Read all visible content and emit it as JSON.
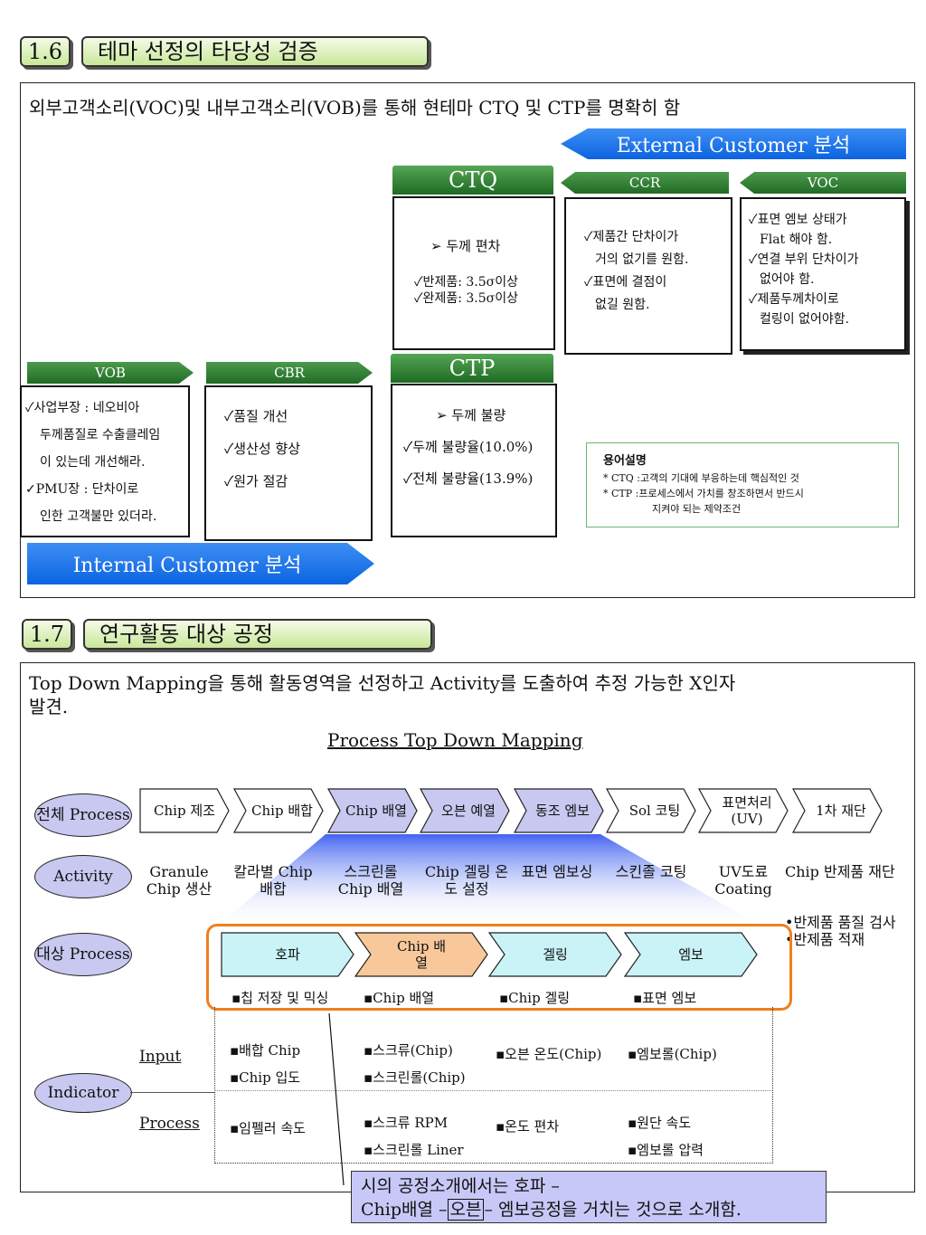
{
  "sec16": {
    "num": "1.6",
    "title": "테마 선정의 타당성 검증"
  },
  "intro16": "외부고객소리(VOC)및 내부고객소리(VOB)를 통해 현테마 CTQ 및 CTP를 명확히 함",
  "external_arrow": "External Customer 분석",
  "internal_arrow": "Internal Customer 분석",
  "ctq": {
    "head": "CTQ",
    "lines": [
      "➢ 두께 편차",
      "✓반제품: 3.5σ이상",
      "✓완제품: 3.5σ이상"
    ]
  },
  "ccr": {
    "head": "CCR",
    "lines": [
      "✓제품간 단차이가",
      "거의 없기를 원함.",
      "✓표면에 결점이",
      "없길 원함."
    ]
  },
  "voc": {
    "head": "VOC",
    "lines": [
      "✓표면 엠보 상태가",
      "Flat 해야 함.",
      "✓연결 부위 단차이가",
      "없어야 함.",
      "✓제품두께차이로",
      "컬링이 없어야함."
    ]
  },
  "vob": {
    "head": "VOB",
    "lines": [
      "✓사업부장 : 네오비아",
      "두께품질로 수출클레임",
      "이 있는데 개선해라.",
      "✓PMU장 : 단차이로",
      "인한 고객불만  있더라."
    ]
  },
  "cbr": {
    "head": "CBR",
    "lines": [
      "✓품질 개선",
      "✓생산성 향상",
      "✓원가 절감"
    ]
  },
  "ctp": {
    "head": "CTP",
    "lines": [
      "➢ 두께 불량",
      "✓두께 불량율(10.0%)",
      "✓전체 불량율(13.9%)"
    ]
  },
  "glossary": {
    "title": "용어설명",
    "lines": [
      "* CTQ :고객의 기대에 부응하는데 핵심적인 것",
      "* CTP :프로세스에서 가치를 창조하면서 반드시",
      "지켜야 되는 제약조건"
    ]
  },
  "sec17": {
    "num": "1.7",
    "title": "연구활동 대상 공정"
  },
  "intro17": [
    "Top Down Mapping을 통해 활동영역을 선정하고 Activity를 도출하여 추정 가능한 X인자",
    "발견."
  ],
  "mapping_title": "Process Top Down Mapping",
  "ovals": {
    "total": "전체 Process",
    "activity": "Activity",
    "target": "대상 Process",
    "indicator": "Indicator"
  },
  "process": [
    "Chip 제조",
    "Chip 배합",
    "Chip 배열",
    "오븐 예열",
    "동조 엠보",
    "Sol 코팅",
    "표면처리 (UV)",
    "1차 재단"
  ],
  "activities": [
    "Granule Chip 생산",
    "칼라별 Chip 배합",
    "스크린롤 Chip 배열",
    "Chip 겔링 온도 설정",
    "표면 엠보싱",
    "스킨졸 코팅",
    "UV도료 Coating",
    "Chip 반제품 재단"
  ],
  "activity_extra": [
    "•반제품 품질 검사",
    "•반제품 적재"
  ],
  "target": [
    "호파",
    "Chip 배열",
    "겔링",
    "엠보"
  ],
  "target_items": [
    "▪칩 저장 및 믹싱",
    "▪Chip 배열",
    "▪Chip 겔링",
    "▪표면 엠보"
  ],
  "input_label": "Input",
  "process_label": "Process",
  "input": {
    "c1": [
      "▪배합 Chip",
      "▪Chip 입도"
    ],
    "c2": [
      "▪스크류(Chip)",
      "▪스크린롤(Chip)"
    ],
    "c3": [
      "▪오븐 온도(Chip)"
    ],
    "c4": [
      "▪엠보롤(Chip)"
    ]
  },
  "proc": {
    "c1": [
      "▪임펠러 속도"
    ],
    "c2": [
      "▪스크류 RPM",
      "▪스크린롤 Liner"
    ],
    "c3": [
      "▪온도 편차"
    ],
    "c4": [
      "▪원단 속도",
      "▪엠보롤 압력"
    ]
  },
  "note": {
    "line1": "시의 공정소개에서는 호파 –",
    "line2a": "Chip배열 –",
    "line2b": "오븐",
    "line2c": "– 엠보공정을 거치는 것으로 소개함."
  },
  "colors": {
    "process_plain": "#ffffff",
    "process_highlight": "#c8c8f0",
    "target_cyan": "#c9f3f7",
    "target_orange": "#f8c89b",
    "orange_border": "#f07f1c"
  }
}
